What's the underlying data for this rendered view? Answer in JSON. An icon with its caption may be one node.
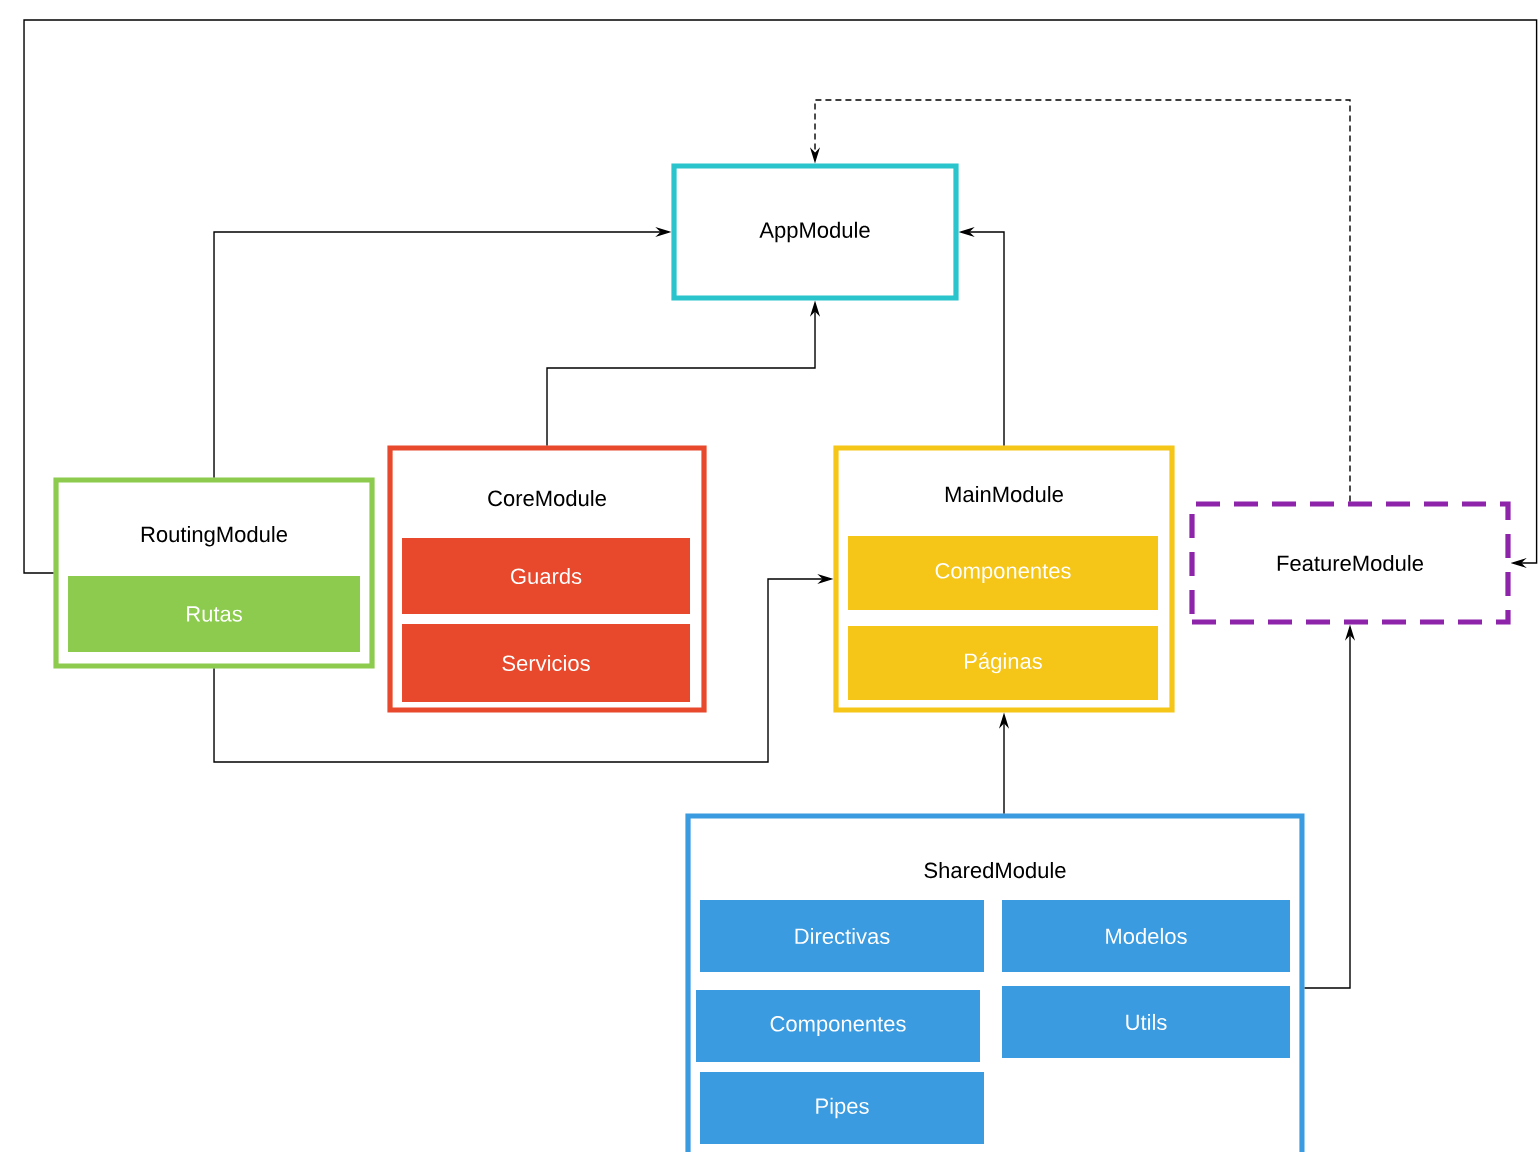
{
  "diagram": {
    "nodes": [
      {
        "text": [
          "AppModule"
        ]
      },
      {
        "text": [
          "RoutingModule"
        ]
      },
      {
        "text": [
          "Rutas"
        ],
        "in": 1
      },
      {
        "text": [
          "CoreModule"
        ]
      },
      {
        "text": [
          "Guards"
        ],
        "in": 3
      },
      {
        "text": [
          "Servicios"
        ],
        "in": 3
      },
      {
        "text": [
          "MainModule"
        ]
      },
      {
        "text": [
          "Componentes"
        ],
        "in": 6
      },
      {
        "text": [
          "Páginas"
        ],
        "in": 6
      },
      {
        "text": [
          "FeatureModule"
        ]
      },
      {
        "text": [
          "SharedModule"
        ]
      },
      {
        "text": [
          "Directivas"
        ],
        "in": 10
      },
      {
        "text": [
          "Modelos"
        ],
        "in": 10
      },
      {
        "text": [
          "Componentes"
        ],
        "in": 10
      },
      {
        "text": [
          "Utils"
        ],
        "in": 10
      },
      {
        "text": [
          "Pipes"
        ],
        "in": 10
      }
    ],
    "edges": [
      {
        "from": 1,
        "to": 0,
        "arrow": "to"
      },
      {
        "from": 3,
        "to": 0,
        "arrow": "to"
      },
      {
        "from": 6,
        "to": 0,
        "arrow": "to"
      },
      {
        "from": 9,
        "to": 0,
        "arrow": "to",
        "style": "dashed"
      },
      {
        "from": 1,
        "to": 6,
        "arrow": "to"
      },
      {
        "from": 10,
        "to": 6,
        "arrow": "to"
      },
      {
        "from": 10,
        "to": 9,
        "arrow": "to"
      },
      {
        "from": 1,
        "to": 9,
        "arrow": "to"
      }
    ]
  }
}
